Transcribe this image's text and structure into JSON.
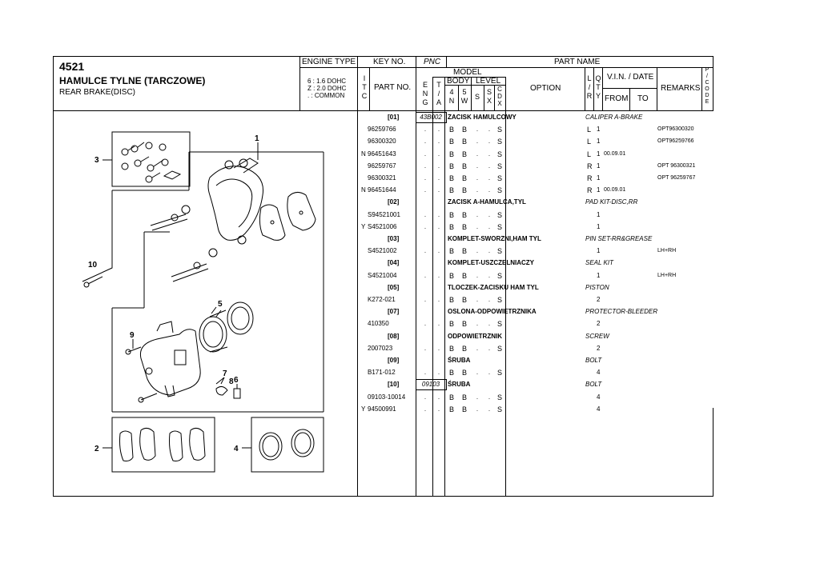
{
  "header": {
    "section_no": "4521",
    "title_pl": "HAMULCE TYLNE (TARCZOWE)",
    "title_en": "REAR BRAKE(DISC)",
    "engine_type_label": "ENGINE TYPE",
    "engine_lines": [
      "6 : 1.6 DOHC",
      "Z : 2.0 DOHC",
      ". : COMMON"
    ],
    "key_no_label": "KEY NO.",
    "pnc_label": "PNC",
    "part_name_label": "PART NAME",
    "itc_label": [
      "I",
      "T",
      "C"
    ],
    "part_no_label": "PART NO.",
    "model_label": "MODEL",
    "body_label": "BODY",
    "level_label": "LEVEL",
    "eng_label": [
      "E",
      "N",
      "G"
    ],
    "ta_label": [
      "T",
      "/",
      "A"
    ],
    "body_cols": [
      [
        "4",
        "N"
      ],
      [
        "5",
        "W"
      ]
    ],
    "level_cols": [
      [
        "S"
      ],
      [
        "S",
        "X"
      ],
      [
        "C",
        "D",
        "X"
      ]
    ],
    "option_label": "OPTION",
    "lr_label": [
      "L",
      "/",
      "R"
    ],
    "qty_label": [
      "Q",
      "T",
      "Y"
    ],
    "vin_label": "V.I.N. / DATE",
    "from_label": "FROM",
    "to_label": "TO",
    "remarks_label": "REMARKS",
    "pcode_label": [
      "P",
      "/",
      "C",
      "O",
      "D",
      "E"
    ]
  },
  "diagram": {
    "callouts": [
      "1",
      "2",
      "3",
      "4",
      "5",
      "6",
      "7",
      "8",
      "9",
      "10"
    ]
  },
  "rows": [
    {
      "kind": "group",
      "key": "[01]",
      "pnc": "43B002",
      "name": "ZACISK HAMULCOWY",
      "en": "CALIPER A-BRAKE"
    },
    {
      "kind": "part",
      "itc": "",
      "part": "96259766",
      "eng": ".",
      "ta": ".",
      "n4": "B",
      "w5": "B",
      "s": ".",
      "sx": ".",
      "cdx": "S",
      "lr": "L",
      "qty": "1",
      "from": "",
      "remarks": "OPT96300320"
    },
    {
      "kind": "part",
      "itc": "",
      "part": "96300320",
      "eng": ".",
      "ta": ".",
      "n4": "B",
      "w5": "B",
      "s": ".",
      "sx": ".",
      "cdx": "S",
      "lr": "L",
      "qty": "1",
      "from": "",
      "remarks": "OPT96259766"
    },
    {
      "kind": "part",
      "itc": "N",
      "part": "96451643",
      "eng": ".",
      "ta": ".",
      "n4": "B",
      "w5": "B",
      "s": ".",
      "sx": ".",
      "cdx": "S",
      "lr": "L",
      "qty": "1",
      "from": "00.09.01",
      "remarks": ""
    },
    {
      "kind": "part",
      "itc": "",
      "part": "96259767",
      "eng": ".",
      "ta": ".",
      "n4": "B",
      "w5": "B",
      "s": ".",
      "sx": ".",
      "cdx": "S",
      "lr": "R",
      "qty": "1",
      "from": "",
      "remarks": "OPT 96300321"
    },
    {
      "kind": "part",
      "itc": "",
      "part": "96300321",
      "eng": ".",
      "ta": ".",
      "n4": "B",
      "w5": "B",
      "s": ".",
      "sx": ".",
      "cdx": "S",
      "lr": "R",
      "qty": "1",
      "from": "",
      "remarks": "OPT 96259767"
    },
    {
      "kind": "part",
      "itc": "N",
      "part": "96451644",
      "eng": ".",
      "ta": ".",
      "n4": "B",
      "w5": "B",
      "s": ".",
      "sx": ".",
      "cdx": "S",
      "lr": "R",
      "qty": "1",
      "from": "00.09.01",
      "remarks": ""
    },
    {
      "kind": "group",
      "key": "[02]",
      "pnc": "",
      "name": "ZACISK A-HAMULCA,TYL",
      "en": "PAD KIT-DISC,RR"
    },
    {
      "kind": "part",
      "itc": "",
      "part": "S94521001",
      "eng": ".",
      "ta": ".",
      "n4": "B",
      "w5": "B",
      "s": ".",
      "sx": ".",
      "cdx": "S",
      "lr": "",
      "qty": "1",
      "from": "",
      "remarks": ""
    },
    {
      "kind": "part",
      "itc": "Y",
      "part": "S4521006",
      "eng": ".",
      "ta": ".",
      "n4": "B",
      "w5": "B",
      "s": ".",
      "sx": ".",
      "cdx": "S",
      "lr": "",
      "qty": "1",
      "from": "",
      "remarks": ""
    },
    {
      "kind": "group",
      "key": "[03]",
      "pnc": "",
      "name": "KOMPLET-SWORZNI,HAM TYL",
      "en": "PIN SET-RR&GREASE"
    },
    {
      "kind": "part",
      "itc": "",
      "part": "S4521002",
      "eng": ".",
      "ta": ".",
      "n4": "B",
      "w5": "B",
      "s": ".",
      "sx": ".",
      "cdx": "S",
      "lr": "",
      "qty": "1",
      "from": "",
      "remarks": "LH+RH"
    },
    {
      "kind": "group",
      "key": "[04]",
      "pnc": "",
      "name": "KOMPLET-USZCZELNIACZY",
      "en": "SEAL KIT"
    },
    {
      "kind": "part",
      "itc": "",
      "part": "S4521004",
      "eng": ".",
      "ta": ".",
      "n4": "B",
      "w5": "B",
      "s": ".",
      "sx": ".",
      "cdx": "S",
      "lr": "",
      "qty": "1",
      "from": "",
      "remarks": "LH+RH"
    },
    {
      "kind": "group",
      "key": "[05]",
      "pnc": "",
      "name": "TLOCZEK-ZACISKU HAM TYL",
      "en": "PISTON"
    },
    {
      "kind": "part",
      "itc": "",
      "part": "K272-021",
      "eng": ".",
      "ta": ".",
      "n4": "B",
      "w5": "B",
      "s": ".",
      "sx": ".",
      "cdx": "S",
      "lr": "",
      "qty": "2",
      "from": "",
      "remarks": ""
    },
    {
      "kind": "group",
      "key": "[07]",
      "pnc": "",
      "name": "OSLONA-ODPOWIETRZNIKA",
      "en": "PROTECTOR-BLEEDER"
    },
    {
      "kind": "part",
      "itc": "",
      "part": "410350",
      "eng": ".",
      "ta": ".",
      "n4": "B",
      "w5": "B",
      "s": ".",
      "sx": ".",
      "cdx": "S",
      "lr": "",
      "qty": "2",
      "from": "",
      "remarks": ""
    },
    {
      "kind": "group",
      "key": "[08]",
      "pnc": "",
      "name": "ODPOWIETRZNIK",
      "en": "SCREW"
    },
    {
      "kind": "part",
      "itc": "",
      "part": "2007023",
      "eng": ".",
      "ta": ".",
      "n4": "B",
      "w5": "B",
      "s": ".",
      "sx": ".",
      "cdx": "S",
      "lr": "",
      "qty": "2",
      "from": "",
      "remarks": ""
    },
    {
      "kind": "group",
      "key": "[09]",
      "pnc": "",
      "name": "ŚRUBA",
      "en": "BOLT"
    },
    {
      "kind": "part",
      "itc": "",
      "part": "B171-012",
      "eng": ".",
      "ta": ".",
      "n4": "B",
      "w5": "B",
      "s": ".",
      "sx": ".",
      "cdx": "S",
      "lr": "",
      "qty": "4",
      "from": "",
      "remarks": ""
    },
    {
      "kind": "group",
      "key": "[10]",
      "pnc": "09103",
      "name": "ŚRUBA",
      "en": "BOLT"
    },
    {
      "kind": "part",
      "itc": "",
      "part": "09103-10014",
      "eng": ".",
      "ta": ".",
      "n4": "B",
      "w5": "B",
      "s": ".",
      "sx": ".",
      "cdx": "S",
      "lr": "",
      "qty": "4",
      "from": "",
      "remarks": ""
    },
    {
      "kind": "part",
      "itc": "Y",
      "part": "94500991",
      "eng": ".",
      "ta": ".",
      "n4": "B",
      "w5": "B",
      "s": ".",
      "sx": ".",
      "cdx": "S",
      "lr": "",
      "qty": "4",
      "from": "",
      "remarks": ""
    }
  ]
}
